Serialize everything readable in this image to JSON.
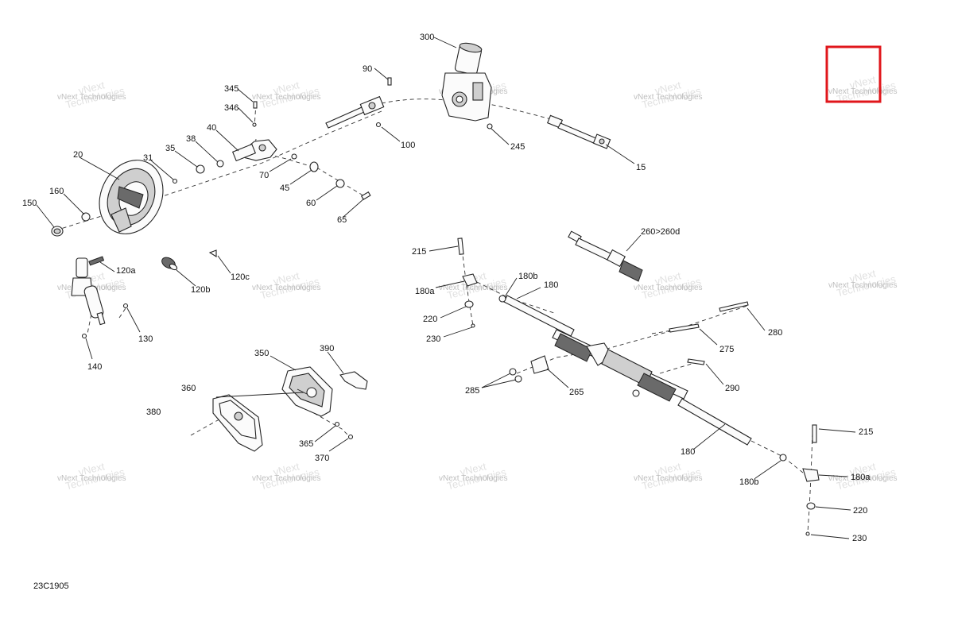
{
  "diagram": {
    "drawing_code": "23C1905",
    "watermark_lines": [
      "vNext",
      "Technologies"
    ],
    "watermark_text": "vNext Technologies",
    "highlight_color": "#e0161b",
    "callouts": {
      "p15": "15",
      "p20": "20",
      "p31": "31",
      "p35": "35",
      "p38": "38",
      "p40": "40",
      "p45": "45",
      "p60": "60",
      "p65": "65",
      "p70": "70",
      "p90": "90",
      "p100": "100",
      "p120a": "120a",
      "p120b": "120b",
      "p120c": "120c",
      "p130": "130",
      "p140": "140",
      "p150": "150",
      "p160": "160",
      "p180_top": "180",
      "p180_bottom": "180",
      "p180a_left": "180a",
      "p180a_right": "180a",
      "p180b_left": "180b",
      "p180b_right": "180b",
      "p215_left": "215",
      "p215_right": "215",
      "p220_left": "220",
      "p220_right": "220",
      "p230_left": "230",
      "p230_right": "230",
      "p245": "245",
      "p260": "260>260d",
      "p265": "265",
      "p275": "275",
      "p280": "280",
      "p285": "285",
      "p290": "290",
      "p300": "300",
      "p345": "345",
      "p346": "346",
      "p350": "350",
      "p360": "360",
      "p365": "365",
      "p370": "370",
      "p380": "380",
      "p390": "390"
    }
  }
}
